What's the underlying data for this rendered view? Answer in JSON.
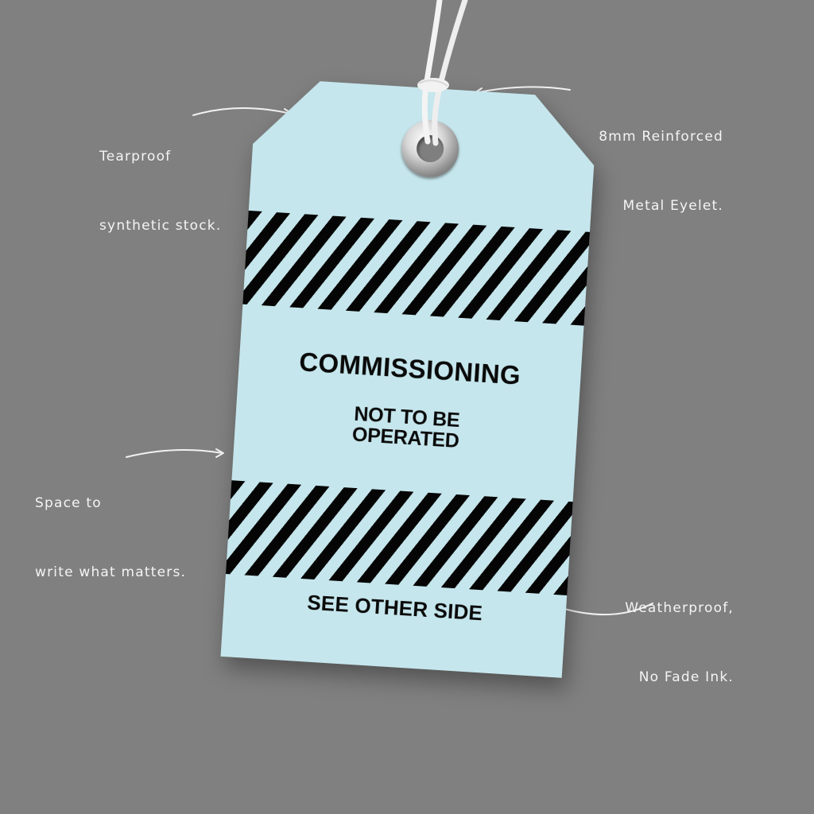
{
  "background_color": "#808080",
  "tag": {
    "color": "#c5e6ec",
    "stripe_color": "#050505",
    "title": "COMMISSIONING",
    "subtitle_line1": "NOT TO BE",
    "subtitle_line2": "OPERATED",
    "footer": "SEE OTHER SIDE"
  },
  "callouts": {
    "tearproof": {
      "line1": "Tearproof",
      "line2": "synthetic stock."
    },
    "eyelet": {
      "line1": "8mm Reinforced",
      "line2": "Metal Eyelet."
    },
    "space": {
      "line1": "Space to",
      "line2": "write what matters."
    },
    "weatherproof": {
      "line1": "Weatherproof,",
      "line2": "No Fade Ink."
    }
  },
  "icons": {
    "eyelet": "metal-eyelet-icon",
    "string": "string-icon",
    "arrows": "curved-arrow-icon"
  }
}
